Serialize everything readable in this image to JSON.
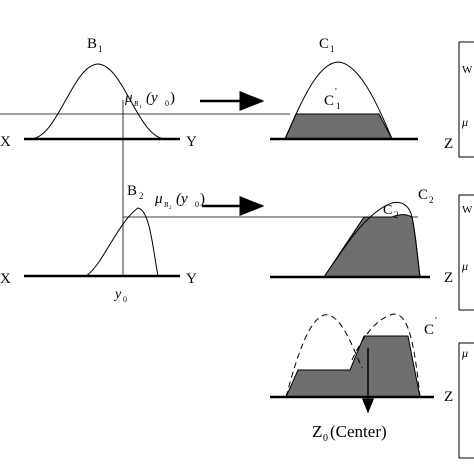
{
  "row1": {
    "left_axis_x": "X",
    "left_axis_y": "Y",
    "set_b": "B",
    "set_b_sub": "1",
    "membership_mu": "μ",
    "membership_sub": "B",
    "membership_sub2": "1",
    "membership_arg": "(y",
    "membership_arg_sub": "0",
    "membership_close": ")",
    "set_c": "C",
    "set_c_sub": "1",
    "clipped_c": "C",
    "clipped_prime": "'",
    "clipped_sub": "1",
    "right_axis_z": "Z",
    "box_text_top": "W",
    "box_text_mu": "μ"
  },
  "row2": {
    "left_axis_x": "X",
    "left_axis_y": "Y",
    "set_b": "B",
    "set_b_sub": "2",
    "membership_mu": "μ",
    "membership_sub": "B",
    "membership_sub2": "2",
    "membership_arg": "(y",
    "membership_arg_sub": "0",
    "membership_close": ")",
    "y0": "y",
    "y0_sub": "0",
    "set_c": "C",
    "set_c_sub": "2",
    "clipped_c": "C",
    "clipped_sub": "2",
    "right_axis_z": "Z",
    "box_text_top": "W",
    "box_text_mu": "μ"
  },
  "row3": {
    "set_c": "C",
    "set_c_prime": "'",
    "right_axis_z": "Z",
    "box_text_mu": "μ",
    "center_label": "Z",
    "center_sub": "0",
    "center_text": "(Center)"
  }
}
